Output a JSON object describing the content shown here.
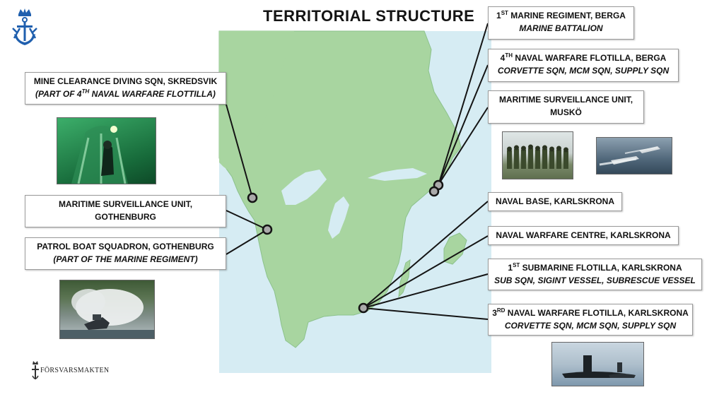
{
  "title": "TERRITORIAL STRUCTURE",
  "boxes": {
    "marine_regiment": {
      "num": "1",
      "suffix": "ST",
      "line1": "MARINE REGIMENT, BERGA",
      "line2": "MARINE BATTALION"
    },
    "fourth_flotilla": {
      "num": "4",
      "suffix": "TH",
      "line1": "NAVAL WARFARE FLOTILLA, BERGA",
      "line2": "CORVETTE SQN, MCM SQN, SUPPLY SQN"
    },
    "muskö": {
      "line1": "MARITIME SURVEILLANCE UNIT,",
      "line2": "MUSKÖ"
    },
    "naval_base": {
      "line1": "NAVAL BASE, KARLSKRONA"
    },
    "warfare_centre": {
      "line1": "NAVAL WARFARE CENTRE, KARLSKRONA"
    },
    "submarine_flotilla": {
      "num": "1",
      "suffix": "ST",
      "line1": "SUBMARINE FLOTILLA, KARLSKRONA",
      "line2": "SUB SQN, SIGINT VESSEL, SUBRESCUE VESSEL"
    },
    "third_flotilla": {
      "num": "3",
      "suffix": "RD",
      "line1": "NAVAL WARFARE FLOTILLA, KARLSKRONA",
      "line2": "CORVETTE SQN, MCM SQN, SUPPLY SQN"
    },
    "mine_clearance": {
      "line1": "MINE CLEARANCE DIVING SQN, SKREDSVIK",
      "line2_pre": "(PART OF 4",
      "line2_sup": "TH",
      "line2_post": " NAVAL WARFARE FLOTTILLA)"
    },
    "gothenburg_surveillance": {
      "line1": "MARITIME SURVEILLANCE UNIT,",
      "line2": "GOTHENBURG"
    },
    "patrol_boat": {
      "line1": "PATROL BOAT SQUADRON, GOTHENBURG",
      "line2": "(PART OF THE MARINE REGIMENT)"
    }
  },
  "logo_text": "FÖRSVARSMAKTEN",
  "colors": {
    "sea": "#d6ecf3",
    "land": "#a8d5a0",
    "coast": "#7fb581",
    "line": "#141414",
    "marker": "#aaaaaa"
  }
}
